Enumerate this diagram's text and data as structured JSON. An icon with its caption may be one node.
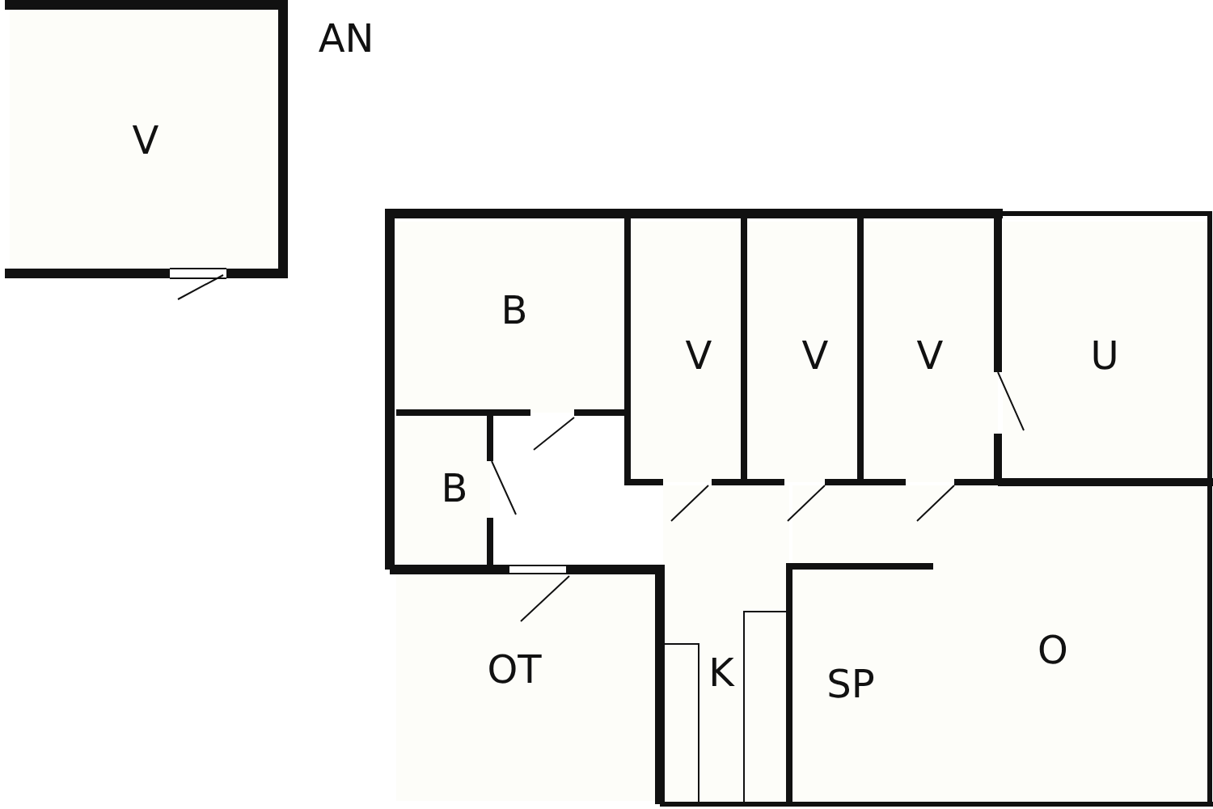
{
  "diagram": {
    "nodes": [
      {
        "text": [
          "V"
        ]
      },
      {
        "text": [
          "B"
        ]
      },
      {
        "text": [
          "V"
        ]
      },
      {
        "text": [
          "V"
        ]
      },
      {
        "text": [
          "V"
        ]
      },
      {
        "text": [
          "U"
        ]
      },
      {
        "text": [
          "B"
        ]
      },
      {
        "text": [
          "OT"
        ]
      },
      {
        "text": [
          "K"
        ]
      },
      {
        "text": [
          "SP"
        ],
        "in": 10
      },
      {
        "text": [
          "O"
        ]
      }
    ],
    "labels": [
      "AN"
    ]
  }
}
